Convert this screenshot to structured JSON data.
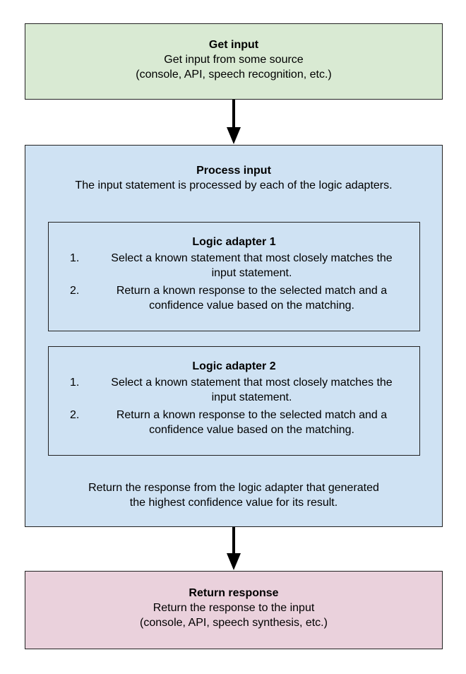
{
  "get_input": {
    "title": "Get input",
    "lines": [
      "Get input from some source",
      "(console, API, speech recognition, etc.)"
    ]
  },
  "process_input": {
    "title": "Process input",
    "description": "The input statement is processed by each of the logic adapters.",
    "adapters": [
      {
        "title": "Logic adapter 1",
        "steps": [
          {
            "number": "1.",
            "text": "Select a known statement that most closely matches the input statement."
          },
          {
            "number": "2.",
            "text": "Return a known response to the selected match and a confidence value based on the matching."
          }
        ]
      },
      {
        "title": "Logic adapter 2",
        "steps": [
          {
            "number": "1.",
            "text": "Select a known statement that most closely matches the input statement."
          },
          {
            "number": "2.",
            "text": "Return a known response to the selected match and a confidence value based on the matching."
          }
        ]
      }
    ],
    "footer_lines": [
      "Return the response from the logic adapter that generated",
      "the highest confidence value for its result."
    ]
  },
  "return_response": {
    "title": "Return response",
    "lines": [
      "Return the response to the input",
      "(console, API, speech synthesis, etc.)"
    ]
  },
  "colors": {
    "get_input_fill": "#d9ead3",
    "process_input_fill": "#cfe2f3",
    "return_response_fill": "#ead1dc",
    "border": "#222222",
    "arrow": "#000000"
  }
}
